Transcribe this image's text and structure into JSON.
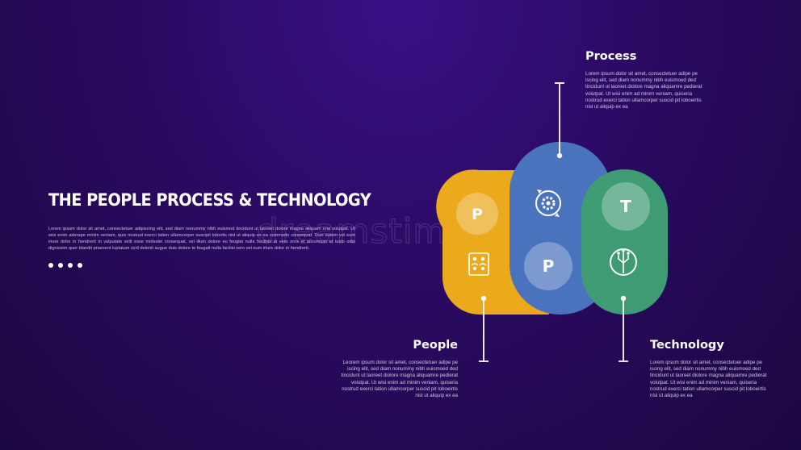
{
  "header": {
    "title": "THE PEOPLE PROCESS & TECHNOLOGY",
    "body": "Lorem ipsum dolor sit amet, consectetuer adipiscing elit, sed diam nonummy nibh euismod tincidunt ut laoreet dolore magna aliquam erat volutpat. Ut wisi enim aderape minim veniam, quis nostrud exerci tation ullamcorper suscipit lobortis nisl ut aliquip ex ea commodo consequat. Duis autem vel eum iriure dolor in hendrerit in vulputate velit esse molestie consequat, vel illum dolore eu feugiat nulla facilisis at vero eros et accumsan et iusto odio dignissim quer blandit praesent luptatum zzril delenit augue duis dolore te feugait nulla facilisi vero vel eum iriure dolor in hendrerit."
  },
  "sections": {
    "process": {
      "title": "Process",
      "body": "Lorem ipsum dolor sit amet, consectetuer adipe pe iscing elit, sed diam nonummy nibh euismoed ded tincidunt ut laoreet diolore magna aliquamre pedierat volutpat. Ut wisi enim ad minim veniam, quiseria nostrud exerci tation ullamcorper suscid pit loboeirtis nisl ut aliquip ex ea"
    },
    "people": {
      "title": "People",
      "body": "Leorem ipsum dolor sit amet, consectetuer adipe pe iscing elit, sed diam nonummy nibh euismoed ded tincidunt ut laoreet diolore magna aliquamre pedierat volutpat. Ut wisi enim ad minim veniam, quiseria nostrud exerci tation ullamcorper suscid pit loboeirtis nisl ut aliquip ex ea"
    },
    "technology": {
      "title": "Technology",
      "body": "Lorem ipsum dolor sit amet, consectetuer adipe pe iscing elit, sed diam nonummy nibh euismoed ded tincidunt ut laoreet diolore magna aliquamre pedierat volutpat. Ut wisi enim ad minim veniam, quiseria nostrud exerci tation ullamcorper suscid pit loboeirtis nisl ut aliquip ex ea"
    }
  },
  "diagram": {
    "people_letter": "P",
    "process_letter": "P",
    "technology_letter": "T",
    "colors": {
      "people": "#eaaa1c",
      "process": "#4a73be",
      "technology": "#3f9b74"
    },
    "icons": [
      "people-grid-icon",
      "gear-cycle-icon",
      "circuit-tree-icon"
    ]
  },
  "pagination": {
    "dots": 4
  },
  "watermark": "dreamstime"
}
